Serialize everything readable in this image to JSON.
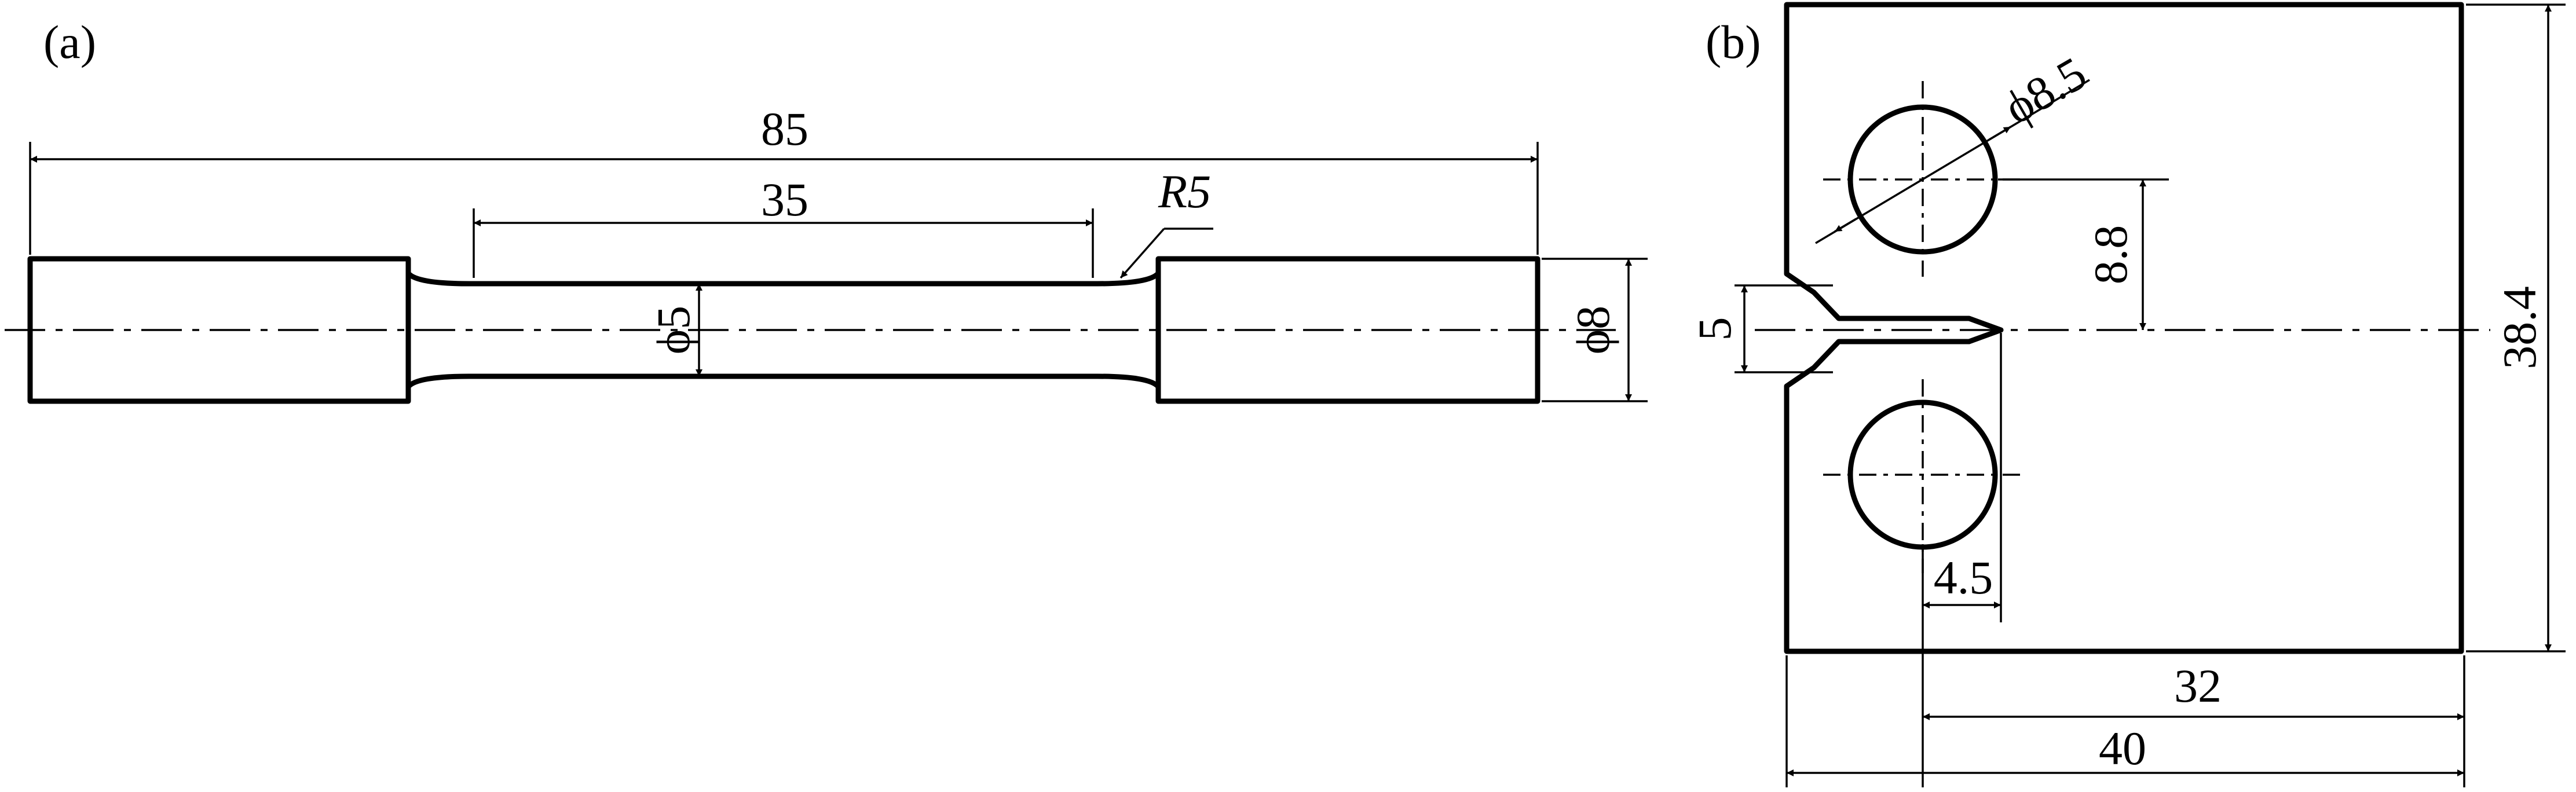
{
  "panel_a": {
    "label": "(a)",
    "dim_overall_length": "85",
    "dim_gauge_length": "35",
    "dim_fillet_radius": "R5",
    "dim_gauge_diameter": "ϕ5",
    "dim_grip_diameter": "ϕ8"
  },
  "panel_b": {
    "label": "(b)",
    "dim_hole_diameter": "ϕ8.5",
    "dim_hole_offset": "8.8",
    "dim_notch_width": "5",
    "dim_height": "38.4",
    "dim_tip_offset": "4.5",
    "dim_ligament": "32",
    "dim_width": "40"
  }
}
